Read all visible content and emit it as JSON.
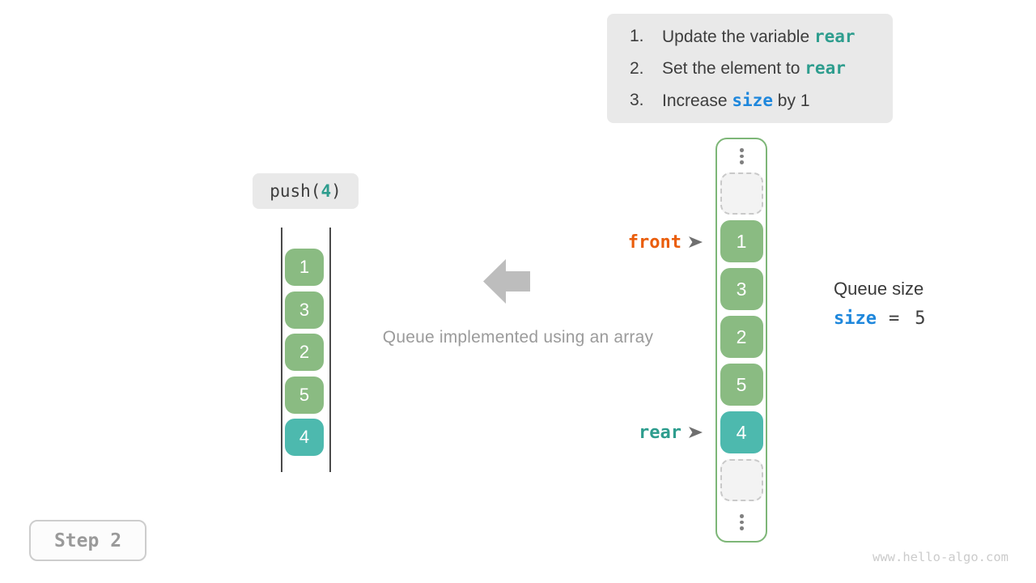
{
  "instructions": {
    "items": [
      {
        "number": "1.",
        "prefix": "Update the variable ",
        "code": "rear",
        "suffix": "",
        "code_color": "teal"
      },
      {
        "number": "2.",
        "prefix": "Set the element to ",
        "code": "rear",
        "suffix": "",
        "code_color": "teal"
      },
      {
        "number": "3.",
        "prefix": "Increase ",
        "code": "size",
        "suffix": " by 1",
        "code_color": "blue"
      }
    ]
  },
  "operation": {
    "prefix": "push(",
    "arg": "4",
    "suffix": ")"
  },
  "stack": {
    "cells": [
      {
        "value": "1",
        "type": "green"
      },
      {
        "value": "3",
        "type": "green"
      },
      {
        "value": "2",
        "type": "green"
      },
      {
        "value": "5",
        "type": "green"
      },
      {
        "value": "4",
        "type": "teal"
      }
    ]
  },
  "caption": "Queue implemented using an array",
  "array": {
    "cells": [
      {
        "value": "",
        "type": "empty"
      },
      {
        "value": "1",
        "type": "green"
      },
      {
        "value": "3",
        "type": "green"
      },
      {
        "value": "2",
        "type": "green"
      },
      {
        "value": "5",
        "type": "green"
      },
      {
        "value": "4",
        "type": "teal"
      },
      {
        "value": "",
        "type": "empty"
      }
    ]
  },
  "pointers": {
    "front": {
      "label": "front"
    },
    "rear": {
      "label": "rear"
    }
  },
  "queue_size": {
    "title": "Queue size",
    "variable": "size",
    "equals": "=",
    "value": "5"
  },
  "step_label": "Step 2",
  "watermark": "www.hello-algo.com",
  "colors": {
    "green_cell": "#8abb82",
    "teal_cell": "#4db9ae",
    "teal_code": "#2e9d8e",
    "blue_code": "#1e87dc",
    "orange_code": "#ea5d0b",
    "array_border": "#7db677",
    "arrow_gray": "#bdbdbd"
  }
}
